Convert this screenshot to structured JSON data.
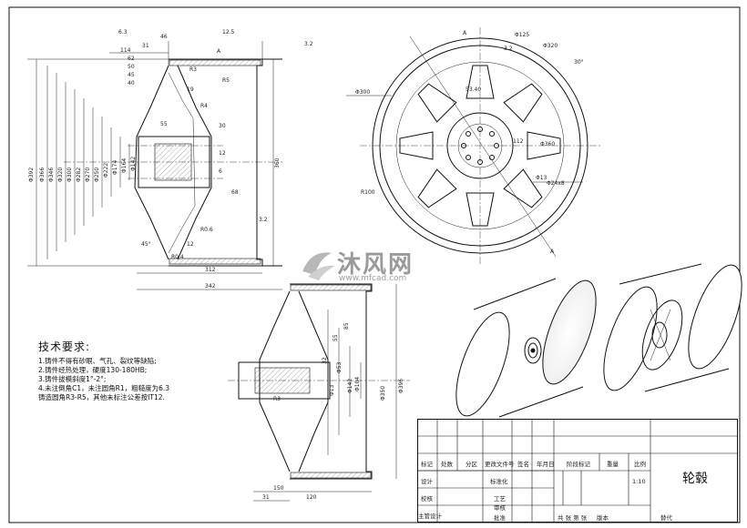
{
  "drawing": {
    "section_view": {
      "diameters": [
        "Φ392",
        "Φ366",
        "Φ346",
        "Φ320",
        "Φ300",
        "Φ282",
        "Φ270",
        "Φ250",
        "Φ222",
        "Φ174",
        "Φ164",
        "Φ142"
      ],
      "widths": [
        "114",
        "62",
        "50",
        "45",
        "40",
        "31",
        "46",
        "30",
        "12",
        "6",
        "68",
        "55",
        "19",
        "12"
      ],
      "ring_widths": [
        "312",
        "342"
      ],
      "right_width": "360",
      "roughness": [
        "6.3",
        "12.5",
        "3.2",
        "3.2"
      ],
      "notes": [
        "R3",
        "R4",
        "R5",
        "R0.6",
        "R0.4"
      ],
      "chamfer": "45°",
      "datum": "A"
    },
    "front_view": {
      "labels": [
        "Φ360",
        "Φ300",
        "Φ320",
        "Φ125",
        "Φ13",
        "53.40",
        "R100",
        "Φ24x8",
        "112",
        "30°",
        "3.2",
        "A",
        "A"
      ]
    },
    "lower_section": {
      "dims": [
        "32",
        "55",
        "85",
        "Φ104",
        "Φ53",
        "Φ142",
        "Φ13",
        "R3",
        "Φ350",
        "150",
        "120",
        "31",
        "Φ396"
      ]
    }
  },
  "tech_requirements": {
    "title": "技术要求:",
    "lines": [
      "1.铸件不得有砂眼、气孔、裂纹等缺陷;",
      "2.铸件经热处理，硬度130-180HB;",
      "3.铸件拔模斜度1°-2°;",
      "4.未注倒角C1，未注圆角R1，粗糙度为6.3",
      "铸造圆角R3-R5，其他未标注公差按IT12."
    ]
  },
  "watermark": {
    "cn": "沐风网",
    "url": "www.mfcad.com"
  },
  "title_block": {
    "part_name": "轮毂",
    "scale": "1:10",
    "headers": [
      "标记",
      "处数",
      "分区",
      "更改文件号",
      "签名",
      "年月日"
    ],
    "stage_labels": [
      "阶段标记",
      "重量",
      "比例"
    ],
    "roles": [
      "设计",
      "校核",
      "主管设计",
      "标准化",
      "工艺",
      "审核",
      "批准"
    ],
    "footer": [
      "共 张 第 张",
      "版本",
      "替代"
    ]
  }
}
